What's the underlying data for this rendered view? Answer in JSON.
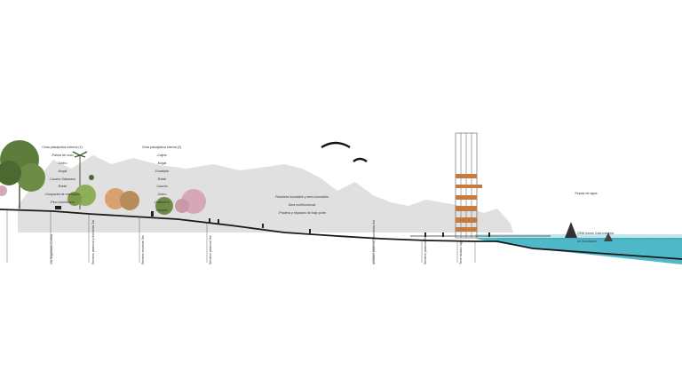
{
  "annotations": {
    "flora_external": {
      "title": "Cinta paisajística externa (1)",
      "items": [
        "-Palma de coco",
        "-Cedro",
        "-Nogal",
        "-Caucho Sabanero",
        "-Roble",
        "-Guayacán de manizales",
        "-Pino colombiano"
      ]
    },
    "flora_internal": {
      "title": "Cinta paisajística interna (2)",
      "items": [
        "-Cajeto",
        "-Nogal",
        "-Eucalipto",
        "-Roble",
        "-Caucho",
        "-Cedro",
        "-Carbonero",
        "-Arrayán"
      ]
    },
    "plaza": {
      "lines": [
        "Plazoleta Inundable y semi-inundable",
        "Área multifuncional",
        "-Pradera y espacios de bajo porte"
      ]
    },
    "water": {
      "label": "Espejo de agua"
    },
    "water_level": {
      "lines": [
        "2598 msnm Cota máxima",
        "de inundación"
      ]
    },
    "section_labels": [
      "Vía Sogamoso-Cuítiva",
      "Sendero peatonal y bicicletas 3m",
      "Sendero ecuestre 3m",
      "Sendero peatonal 3m",
      "Andador peatonal y bicicletas 6m",
      "Sendero peatonal 3m",
      "Torre mirador lago"
    ]
  },
  "colors": {
    "ground": "#1a1a1a",
    "mountains": "#e0e0e0",
    "water": "#4fb8c9",
    "water_surface": "#bfe7ee",
    "tower_wood": "#c87a3c",
    "tree_green": "#5d7d3c",
    "tree_pink": "#d8a7b6",
    "tree_orange": "#d9a070"
  }
}
